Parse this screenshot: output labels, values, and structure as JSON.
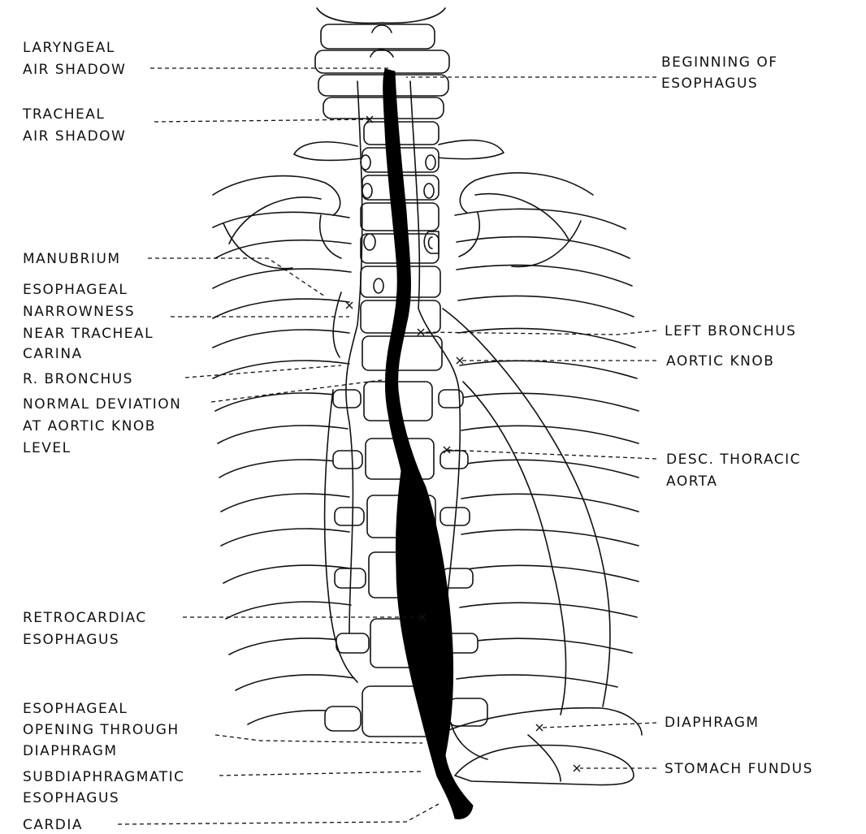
{
  "labels_left": [
    [
      "LARYNGEAL",
      "AIR SHADOW"
    ],
    [
      "TRACHEAL",
      "AIR SHADOW"
    ],
    [
      "MANUBRIUM"
    ],
    [
      "ESOPHAGEAL",
      "NARROWNESS",
      "NEAR TRACHEAL",
      "CARINA"
    ],
    [
      "R. BRONCHUS"
    ],
    [
      "NORMAL DEVIATION",
      "AT AORTIC KNOB",
      "LEVEL"
    ],
    [
      "RETROCARDIAC",
      "ESOPHAGUS"
    ],
    [
      "ESOPHAGEAL",
      "OPENING THROUGH",
      "DIAPHRAGM"
    ],
    [
      "SUBDIAPHRAGMATIC",
      "ESOPHAGUS"
    ],
    [
      "CARDIA"
    ]
  ],
  "labels_right": [
    [
      "BEGINNING OF",
      "ESOPHAGUS"
    ],
    [
      "LEFT BRONCHUS"
    ],
    [
      "AORTIC KNOB"
    ],
    [
      "DESC. THORACIC",
      "AORTA"
    ],
    [
      "DIAPHRAGM"
    ],
    [
      "STOMACH FUNDUS"
    ]
  ]
}
